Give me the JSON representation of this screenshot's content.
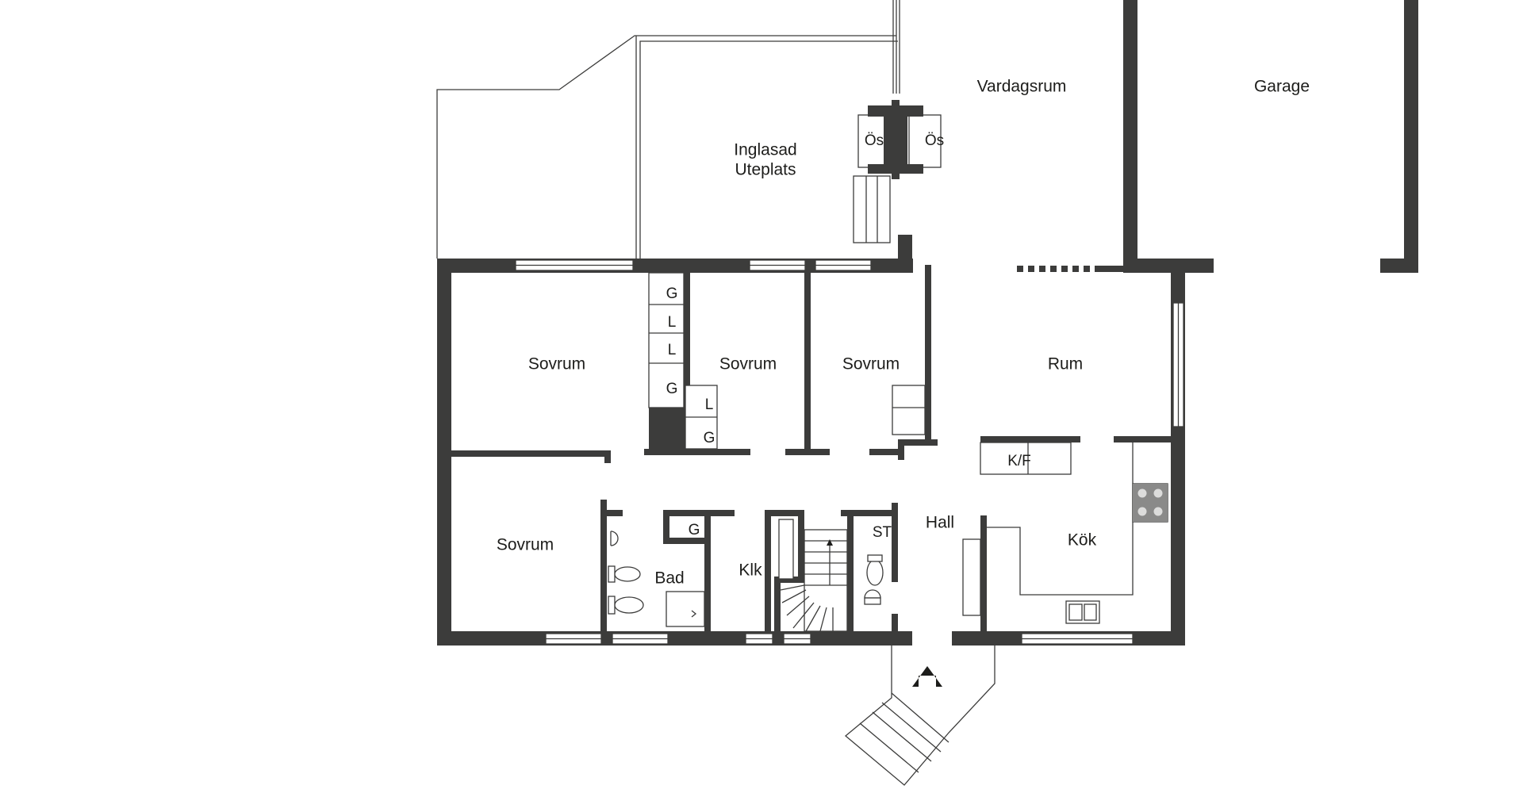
{
  "rooms": {
    "vardagsrum": "Vardagsrum",
    "garage": "Garage",
    "uteplats_line1": "Inglasad",
    "uteplats_line2": "Uteplats",
    "sovrum_1": "Sovrum",
    "sovrum_2": "Sovrum",
    "sovrum_3": "Sovrum",
    "sovrum_4": "Sovrum",
    "rum": "Rum",
    "hall": "Hall",
    "kok": "Kök",
    "bad": "Bad",
    "klk": "Klk"
  },
  "fixtures": {
    "os_left": "Ös",
    "os_right": "Ös",
    "g1": "G",
    "l1": "L",
    "l2": "L",
    "g2": "G",
    "l3": "L",
    "g3": "G",
    "kf": "K/F",
    "g_bad": "G",
    "st": "ST"
  },
  "colors": {
    "wall": "#3c3c3b",
    "text": "#1d1d1b",
    "background": "#ffffff"
  },
  "icons": [
    "entrance-arrow-icon",
    "stair-up-arrow-icon",
    "toilet-icon",
    "sink-icon",
    "stove-icon",
    "shower-icon"
  ]
}
